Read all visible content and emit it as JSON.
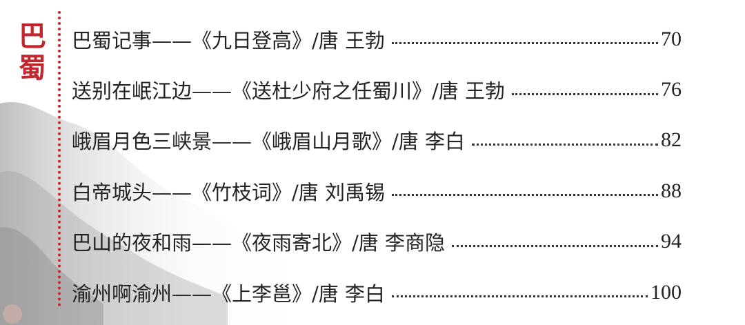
{
  "section": {
    "label_chars": [
      "巴",
      "蜀"
    ]
  },
  "toc": [
    {
      "title": "巴蜀记事——《九日登高》/唐  王勃",
      "page": "70"
    },
    {
      "title": "送别在岷江边——《送杜少府之任蜀川》/唐  王勃",
      "page": "76"
    },
    {
      "title": "峨眉月色三峡景——《峨眉山月歌》/唐  李白",
      "page": "82"
    },
    {
      "title": "白帝城头——《竹枝词》/唐  刘禹锡",
      "page": "88"
    },
    {
      "title": "巴山的夜和雨——《夜雨寄北》/唐  李商隐",
      "page": "94"
    },
    {
      "title": "渝州啊渝州——《上李邕》/唐  李白",
      "page": "100"
    }
  ],
  "colors": {
    "accent": "#c1272d",
    "text": "#222222"
  }
}
